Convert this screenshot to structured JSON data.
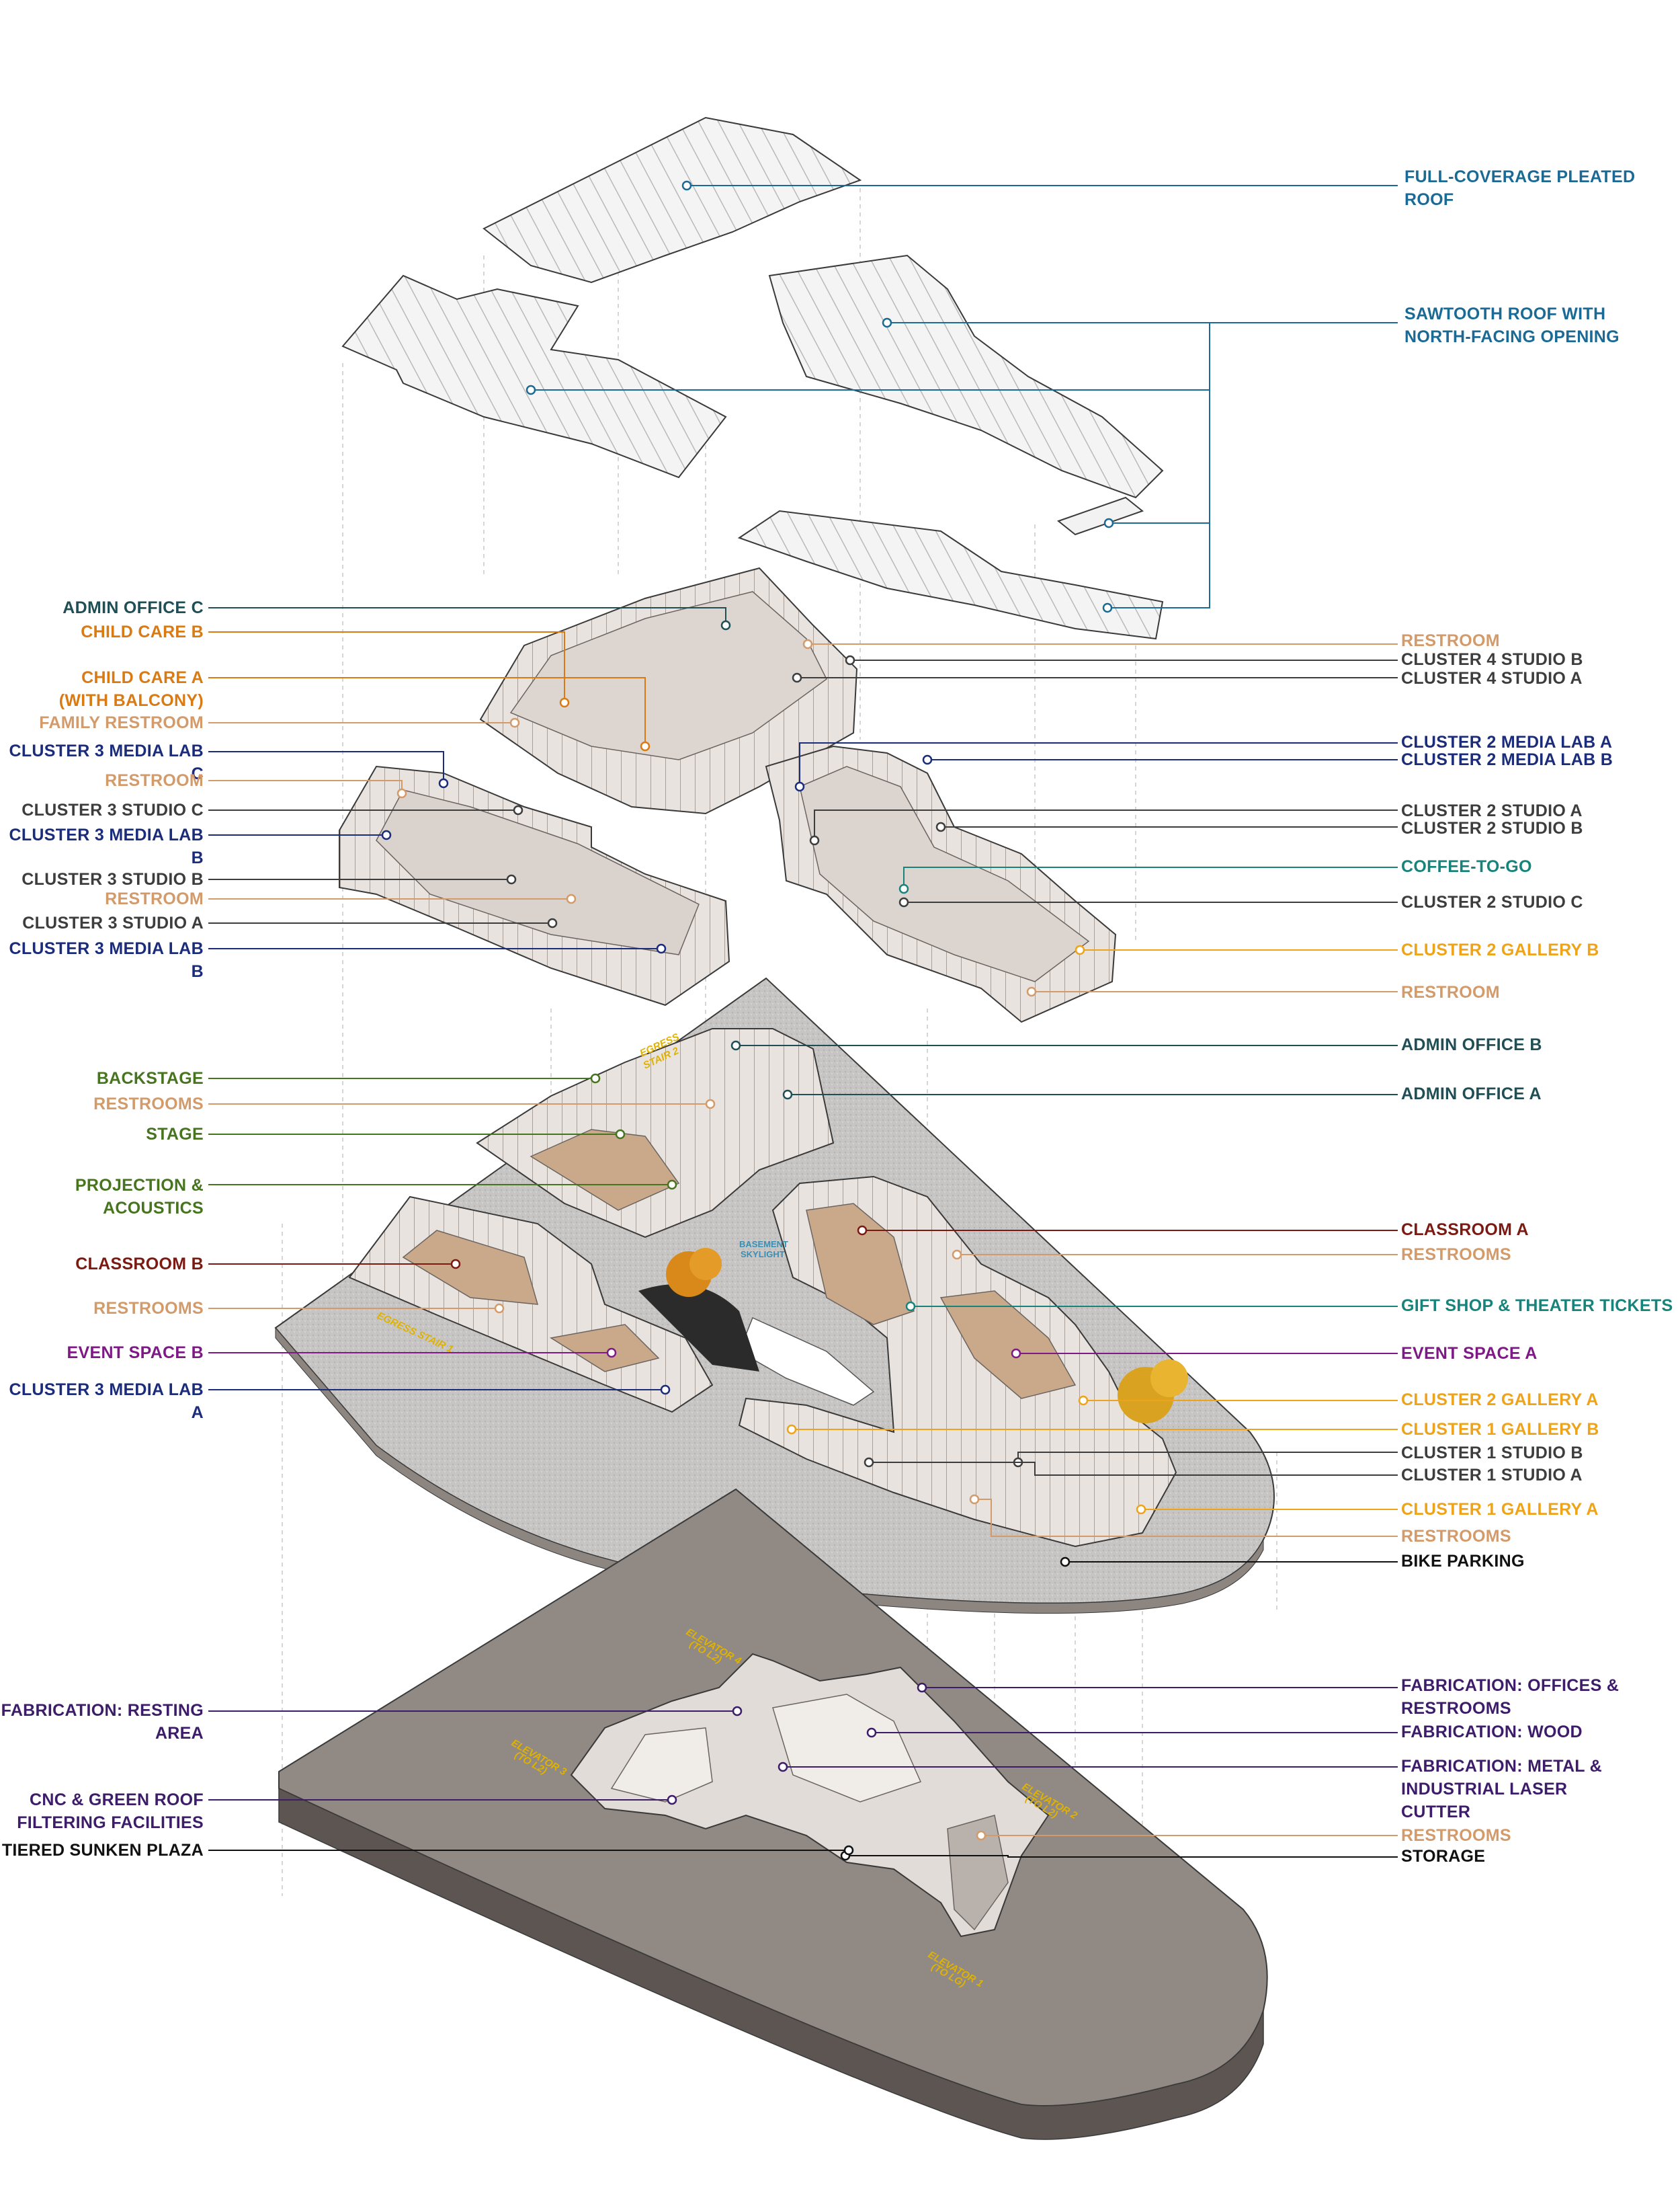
{
  "colors": {
    "roof_blue": "#1b6a95",
    "admin_teal": "#1f4e55",
    "child_orange": "#d97a12",
    "restroom_tan": "#d39a6a",
    "navy": "#1a2c7a",
    "gray": "#3d3d3d",
    "stage_green": "#46741f",
    "classroom_red": "#7b1a12",
    "event_purple": "#7e1a86",
    "gallery_gold": "#eea318",
    "coffee_teal": "#17847c",
    "fab_indigo": "#3d1c6a",
    "black": "#111111"
  },
  "labels": {
    "full_coverage_roof": "FULL-COVERAGE PLEATED\nROOF",
    "sawtooth_roof": "SAWTOOTH ROOF WITH\nNORTH-FACING OPENING",
    "admin_office_c": "ADMIN OFFICE C",
    "child_care_b": "CHILD CARE B",
    "child_care_a": "CHILD CARE A\n(WITH BALCONY)",
    "family_restroom": "FAMILY RESTROOM",
    "cluster3_media_lab_c": "CLUSTER 3 MEDIA LAB C",
    "restroom_l2a": "RESTROOM",
    "cluster3_studio_c": "CLUSTER 3 STUDIO C",
    "cluster3_media_lab_b_1": "CLUSTER 3 MEDIA LAB B",
    "cluster3_studio_b": "CLUSTER 3 STUDIO B",
    "restroom_l2b": "RESTROOM",
    "cluster3_studio_a": "CLUSTER 3 STUDIO A",
    "cluster3_media_lab_b_2": "CLUSTER 3 MEDIA LAB B",
    "restroom_r1": "RESTROOM",
    "cluster4_studio_b": "CLUSTER 4 STUDIO B",
    "cluster4_studio_a": "CLUSTER 4 STUDIO A",
    "cluster2_media_lab_a": "CLUSTER 2 MEDIA LAB A",
    "cluster2_media_lab_b": "CLUSTER 2 MEDIA LAB B",
    "cluster2_studio_a": "CLUSTER 2 STUDIO A",
    "cluster2_studio_b": "CLUSTER 2 STUDIO B",
    "coffee_to_go": "COFFEE-TO-GO",
    "cluster2_studio_c": "CLUSTER 2 STUDIO C",
    "cluster2_gallery_b": "CLUSTER 2 GALLERY B",
    "restroom_r2": "RESTROOM",
    "backstage": "BACKSTAGE",
    "restrooms_l1a": "RESTROOMS",
    "stage": "STAGE",
    "projection_acoustics": "PROJECTION &\nACOUSTICS",
    "classroom_b": "CLASSROOM B",
    "restrooms_l1b": "RESTROOMS",
    "event_space_b": "EVENT SPACE B",
    "cluster3_media_lab_a": "CLUSTER 3 MEDIA LAB A",
    "admin_office_b": "ADMIN OFFICE B",
    "admin_office_a": "ADMIN OFFICE A",
    "classroom_a": "CLASSROOM A",
    "restrooms_r1": "RESTROOMS",
    "gift_shop": "GIFT SHOP & THEATER TICKETS",
    "event_space_a": "EVENT SPACE A",
    "cluster2_gallery_a": "CLUSTER 2 GALLERY A",
    "cluster1_gallery_b": "CLUSTER 1 GALLERY B",
    "cluster1_studio_b": "CLUSTER 1 STUDIO B",
    "cluster1_studio_a": "CLUSTER 1 STUDIO A",
    "cluster1_gallery_a": "CLUSTER 1 GALLERY A",
    "restrooms_r2": "RESTROOMS",
    "bike_parking": "BIKE PARKING",
    "fab_resting": "FABRICATION: RESTING\nAREA",
    "cnc_green_roof": "CNC & GREEN ROOF\nFILTERING FACILITIES",
    "tiered_plaza": "TIERED SUNKEN PLAZA",
    "fab_offices": "FABRICATION: OFFICES &\nRESTROOMS",
    "fab_wood": "FABRICATION: WOOD",
    "fab_metal": "FABRICATION: METAL &\nINDUSTRIAL LASER\nCUTTER",
    "restrooms_b": "RESTROOMS",
    "storage": "STORAGE"
  },
  "in_drawing": {
    "egress_stair_top": "EGRESS\nSTAIR 2",
    "egress_stair_bottom": "EGRESS STAIR 1",
    "basement_skylight": "BASEMENT\nSKYLIGHT",
    "elevator_4": "ELEVATOR 4\n(TO L2)",
    "elevator_3": "ELEVATOR 3\n(TO L2)",
    "elevator_2": "ELEVATOR 2\n(TO L2)",
    "elevator_1": "ELEVATOR 1\n(TO LG)"
  }
}
